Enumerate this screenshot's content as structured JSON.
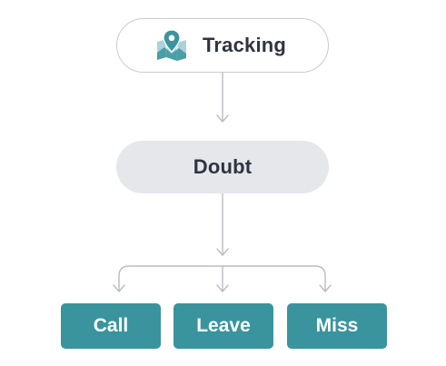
{
  "nodes": {
    "root": {
      "label": "Tracking",
      "icon": "map-pin-icon"
    },
    "middle": {
      "label": "Doubt"
    },
    "leaves": [
      {
        "label": "Call"
      },
      {
        "label": "Leave"
      },
      {
        "label": "Miss"
      }
    ]
  },
  "colors": {
    "root_border": "#c8cbd1",
    "middle_fill": "#e6e7eb",
    "leaf_fill": "#3a949e",
    "icon_accent": "#3a949e",
    "connector": "#b9bcc3",
    "text_dark": "#2f3440"
  }
}
